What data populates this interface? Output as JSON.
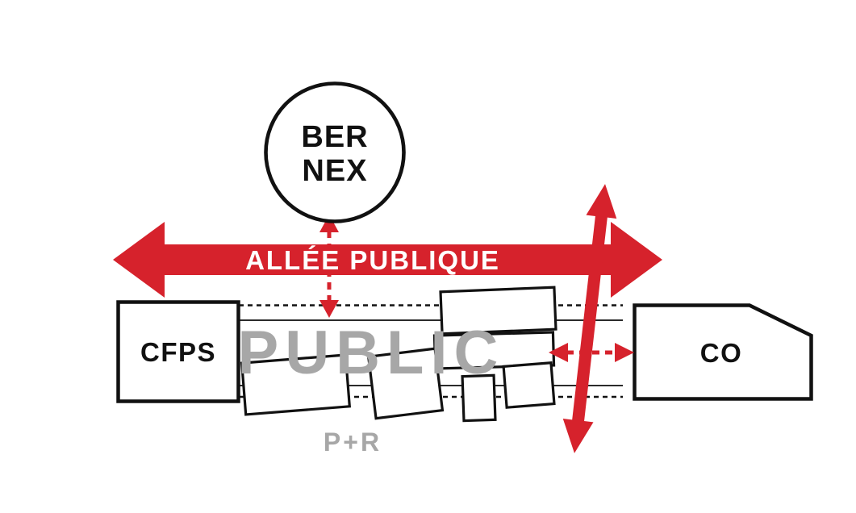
{
  "nodes": {
    "bernex": {
      "line1": "BER",
      "line2": "NEX"
    },
    "cfps": {
      "label": "CFPS"
    },
    "co": {
      "label": "CO"
    }
  },
  "labels": {
    "allee_publique": "ALLÉE PUBLIQUE",
    "public": "PUBLIC",
    "park_and_ride": "P+R"
  },
  "colors": {
    "red": "#d6222c",
    "gray": "#a7a7a7",
    "outline": "#111111",
    "background": "#ffffff"
  }
}
